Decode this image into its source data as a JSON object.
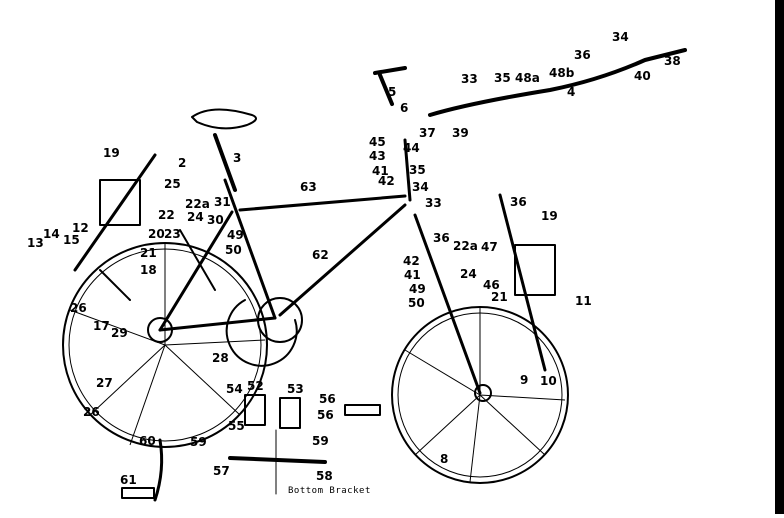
{
  "colors": {
    "ink": "#000000",
    "paper": "#ffffff"
  },
  "annotation": "Bottom Bracket",
  "labels": [
    "2",
    "3",
    "4",
    "5",
    "6",
    "8",
    "9",
    "10",
    "11",
    "12",
    "13",
    "14",
    "15",
    "17",
    "18",
    "19",
    "20",
    "21",
    "22",
    "22a",
    "23",
    "24",
    "25",
    "26",
    "27",
    "28",
    "29",
    "30",
    "31",
    "33",
    "34",
    "35",
    "36",
    "37",
    "38",
    "39",
    "40",
    "41",
    "42",
    "43",
    "44",
    "45",
    "46",
    "47",
    "48a",
    "48b",
    "49",
    "50",
    "52",
    "53",
    "54",
    "55",
    "56",
    "57",
    "58",
    "59",
    "60",
    "61",
    "62",
    "63"
  ]
}
